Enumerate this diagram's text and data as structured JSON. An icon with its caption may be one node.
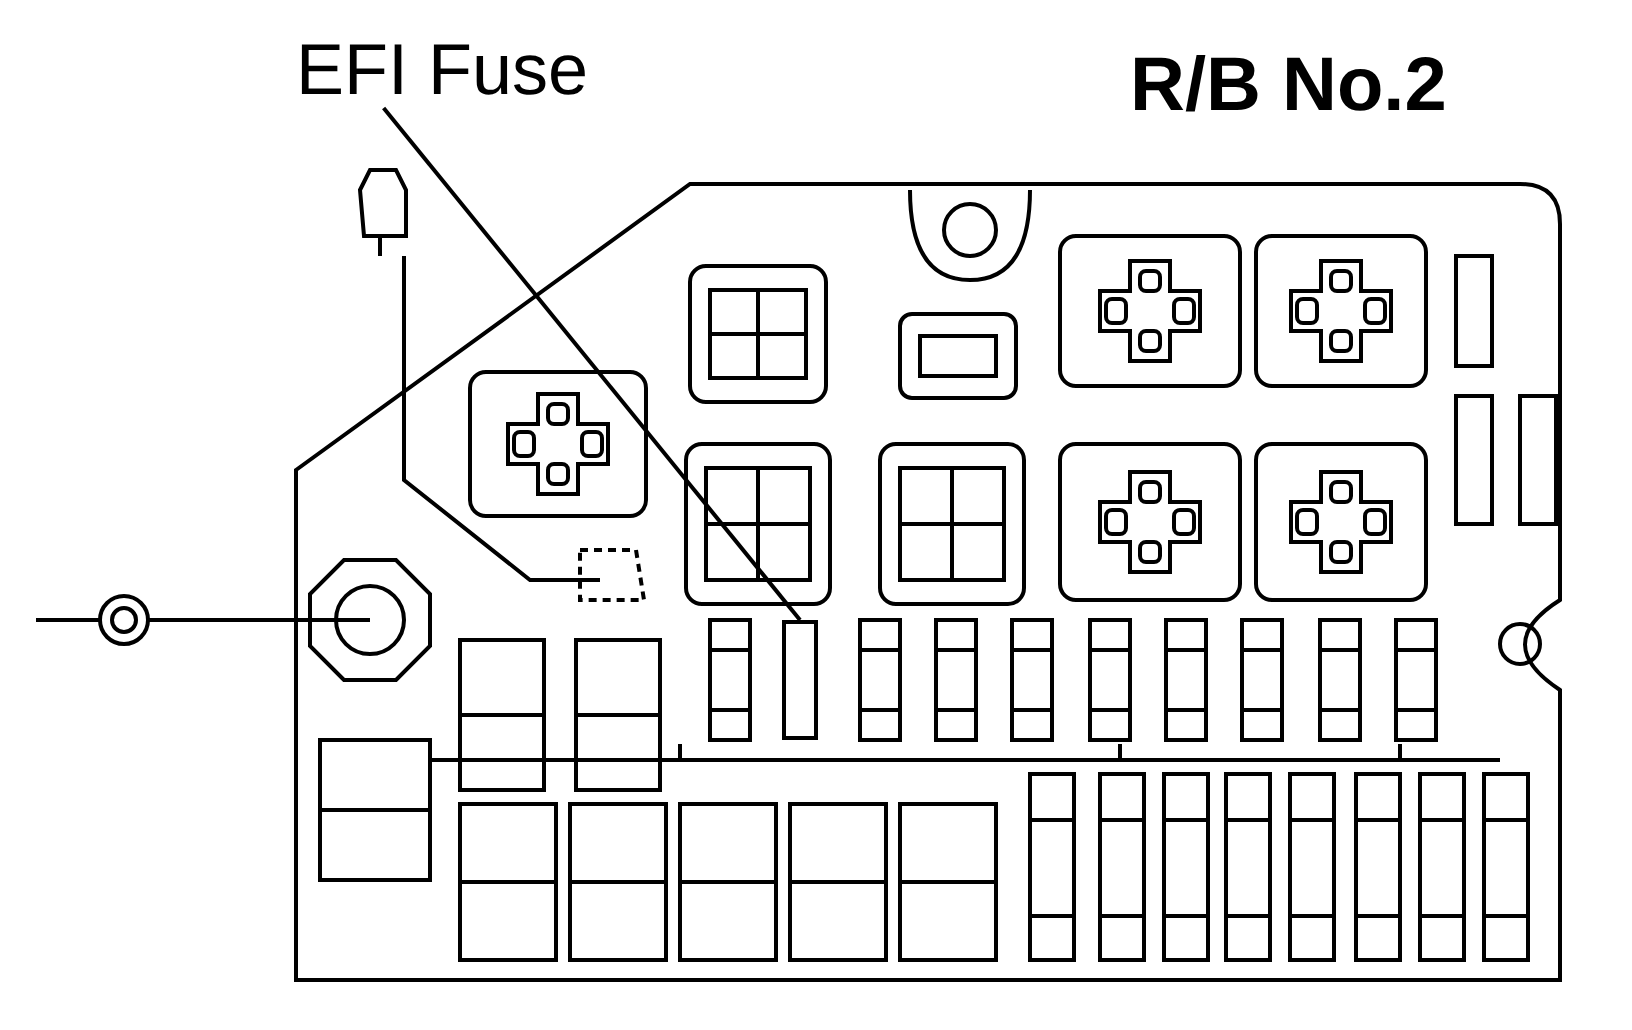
{
  "diagram": {
    "title": "R/B No.2",
    "nodes": [
      {
        "text": [
          "EFI Fuse"
        ]
      },
      {
        "text": [],
        "shape": "box"
      }
    ],
    "edges": [
      {
        "from": 0,
        "to": 1,
        "arrow": "none"
      }
    ]
  }
}
